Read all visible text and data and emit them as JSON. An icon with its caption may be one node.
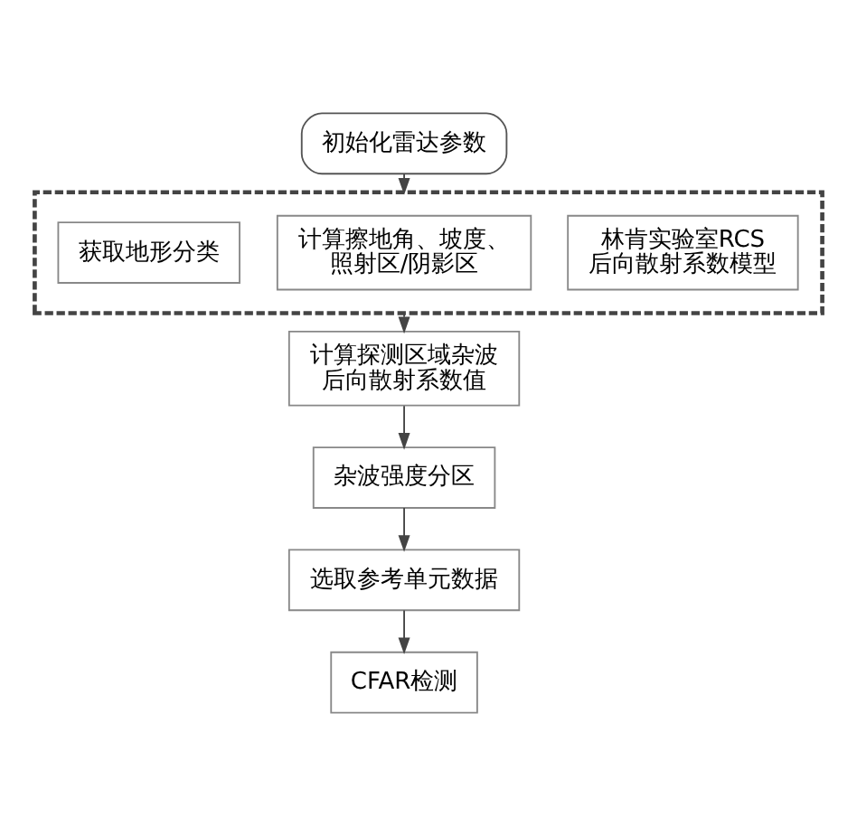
{
  "diagram": {
    "nodes": [
      {
        "text": [
          "初始化雷达参数"
        ]
      },
      {
        "text": [],
        "shape": "box"
      },
      {
        "text": [
          "获取地形分类"
        ],
        "in": 1
      },
      {
        "text": [
          "计算擦地角、坡度、照射区/阴影区"
        ],
        "in": 1
      },
      {
        "text": [
          "林肯实验室RCS后向散射系数模型"
        ],
        "in": 1
      },
      {
        "text": [
          "计算探测区域杂波后向散射系数值"
        ]
      },
      {
        "text": [
          "杂波强度分区"
        ]
      },
      {
        "text": [
          "选取参考单元数据"
        ]
      },
      {
        "text": [
          "CFAR检测"
        ]
      }
    ],
    "edges": [
      {
        "from": 0,
        "to": 1,
        "arrow": "to"
      },
      {
        "from": 1,
        "to": 5,
        "arrow": "to"
      },
      {
        "from": 5,
        "to": 6,
        "arrow": "to"
      },
      {
        "from": 6,
        "to": 7,
        "arrow": "to"
      },
      {
        "from": 7,
        "to": 8,
        "arrow": "to"
      }
    ]
  }
}
